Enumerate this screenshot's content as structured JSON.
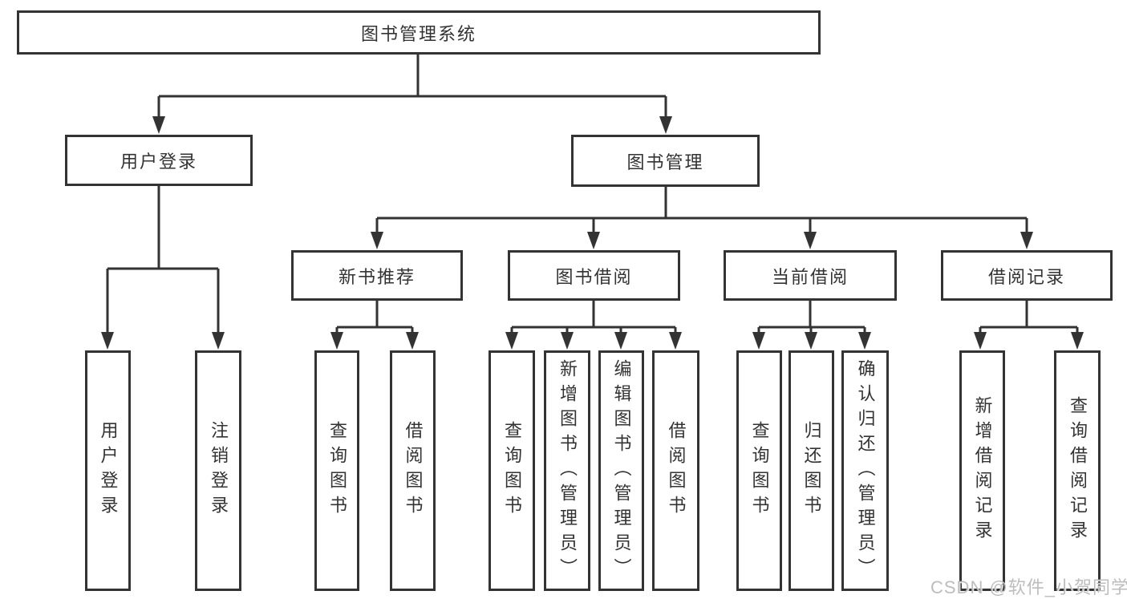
{
  "colors": {
    "line": "#333333",
    "box_border": "#333333",
    "text": "#333333",
    "background": "#ffffff",
    "watermark": "#b9b9b9"
  },
  "tree": {
    "root": {
      "label": "图书管理系统",
      "children": [
        {
          "label": "用户登录",
          "children": [
            {
              "label": "用户登录"
            },
            {
              "label": "注销登录"
            }
          ]
        },
        {
          "label": "图书管理",
          "children": [
            {
              "label": "新书推荐",
              "children": [
                {
                  "label": "查询图书"
                },
                {
                  "label": "借阅图书"
                }
              ]
            },
            {
              "label": "图书借阅",
              "children": [
                {
                  "label": "查询图书"
                },
                {
                  "label": "新增图书（管理员）"
                },
                {
                  "label": "编辑图书（管理员）"
                },
                {
                  "label": "借阅图书"
                }
              ]
            },
            {
              "label": "当前借阅",
              "children": [
                {
                  "label": "查询图书"
                },
                {
                  "label": "归还图书"
                },
                {
                  "label": "确认归还（管理员）"
                }
              ]
            },
            {
              "label": "借阅记录",
              "children": [
                {
                  "label": "新增借阅记录"
                },
                {
                  "label": "查询借阅记录"
                }
              ]
            }
          ]
        }
      ]
    }
  },
  "watermark": {
    "text": "CSDN @软件_小贺同学"
  }
}
